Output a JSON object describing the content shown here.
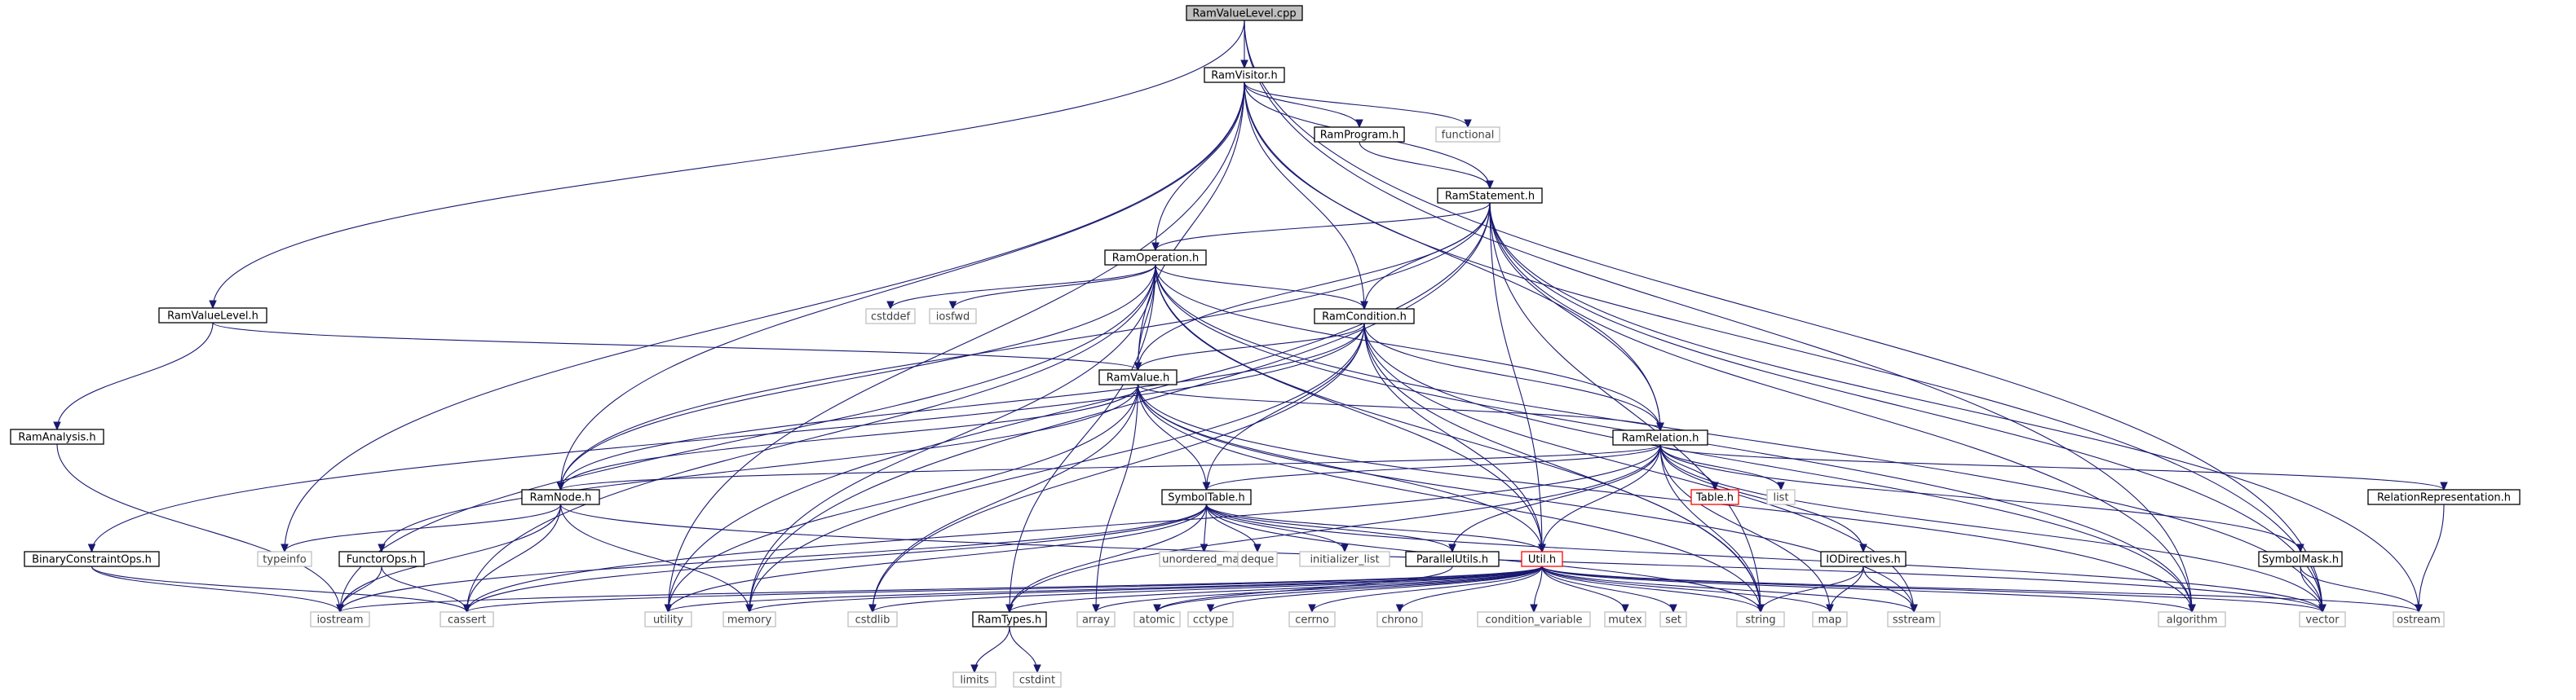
{
  "graph": {
    "colors": {
      "edge": "#191970",
      "border_normal": "#000000",
      "border_external": "#bfbfbf",
      "border_incomplete": "#ff0000",
      "root_fill": "#bfbfbf",
      "text_normal": "#000000",
      "text_external": "#404040"
    },
    "nodes": [
      {
        "id": "RamValueLevel_cpp",
        "label": "RamValueLevel.cpp",
        "style": "root"
      },
      {
        "id": "RamVisitor_h",
        "label": "RamVisitor.h",
        "style": "normal"
      },
      {
        "id": "RamValueLevel_h",
        "label": "RamValueLevel.h",
        "style": "normal"
      },
      {
        "id": "RamProgram_h",
        "label": "RamProgram.h",
        "style": "normal"
      },
      {
        "id": "functional",
        "label": "functional",
        "style": "external"
      },
      {
        "id": "RamStatement_h",
        "label": "RamStatement.h",
        "style": "normal"
      },
      {
        "id": "RamOperation_h",
        "label": "RamOperation.h",
        "style": "normal"
      },
      {
        "id": "cstddef",
        "label": "cstddef",
        "style": "external"
      },
      {
        "id": "iosfwd",
        "label": "iosfwd",
        "style": "external"
      },
      {
        "id": "RamCondition_h",
        "label": "RamCondition.h",
        "style": "normal"
      },
      {
        "id": "RamValue_h",
        "label": "RamValue.h",
        "style": "normal"
      },
      {
        "id": "RamAnalysis_h",
        "label": "RamAnalysis.h",
        "style": "normal"
      },
      {
        "id": "RamRelation_h",
        "label": "RamRelation.h",
        "style": "normal"
      },
      {
        "id": "RamNode_h",
        "label": "RamNode.h",
        "style": "normal"
      },
      {
        "id": "SymbolTable_h",
        "label": "SymbolTable.h",
        "style": "normal"
      },
      {
        "id": "Table_h",
        "label": "Table.h",
        "style": "incomplete"
      },
      {
        "id": "list",
        "label": "list",
        "style": "external"
      },
      {
        "id": "RelationRepresentation_h",
        "label": "RelationRepresentation.h",
        "style": "normal"
      },
      {
        "id": "BinaryConstraintOps_h",
        "label": "BinaryConstraintOps.h",
        "style": "normal"
      },
      {
        "id": "typeinfo",
        "label": "typeinfo",
        "style": "external"
      },
      {
        "id": "FunctorOps_h",
        "label": "FunctorOps.h",
        "style": "normal"
      },
      {
        "id": "unordered_map",
        "label": "unordered_map",
        "style": "external"
      },
      {
        "id": "deque",
        "label": "deque",
        "style": "external"
      },
      {
        "id": "initializer_list",
        "label": "initializer_list",
        "style": "external"
      },
      {
        "id": "ParallelUtils_h",
        "label": "ParallelUtils.h",
        "style": "normal"
      },
      {
        "id": "Util_h",
        "label": "Util.h",
        "style": "incomplete"
      },
      {
        "id": "IODirectives_h",
        "label": "IODirectives.h",
        "style": "normal"
      },
      {
        "id": "SymbolMask_h",
        "label": "SymbolMask.h",
        "style": "normal"
      },
      {
        "id": "iostream",
        "label": "iostream",
        "style": "external"
      },
      {
        "id": "cassert",
        "label": "cassert",
        "style": "external"
      },
      {
        "id": "utility",
        "label": "utility",
        "style": "external"
      },
      {
        "id": "memory",
        "label": "memory",
        "style": "external"
      },
      {
        "id": "cstdlib",
        "label": "cstdlib",
        "style": "external"
      },
      {
        "id": "RamTypes_h",
        "label": "RamTypes.h",
        "style": "normal"
      },
      {
        "id": "array",
        "label": "array",
        "style": "external"
      },
      {
        "id": "atomic",
        "label": "atomic",
        "style": "external"
      },
      {
        "id": "cctype",
        "label": "cctype",
        "style": "external"
      },
      {
        "id": "cerrno",
        "label": "cerrno",
        "style": "external"
      },
      {
        "id": "chrono",
        "label": "chrono",
        "style": "external"
      },
      {
        "id": "condition_variable",
        "label": "condition_variable",
        "style": "external"
      },
      {
        "id": "mutex",
        "label": "mutex",
        "style": "external"
      },
      {
        "id": "set",
        "label": "set",
        "style": "external"
      },
      {
        "id": "string",
        "label": "string",
        "style": "external"
      },
      {
        "id": "map",
        "label": "map",
        "style": "external"
      },
      {
        "id": "sstream",
        "label": "sstream",
        "style": "external"
      },
      {
        "id": "algorithm",
        "label": "algorithm",
        "style": "external"
      },
      {
        "id": "vector",
        "label": "vector",
        "style": "external"
      },
      {
        "id": "ostream",
        "label": "ostream",
        "style": "external"
      },
      {
        "id": "limits",
        "label": "limits",
        "style": "external"
      },
      {
        "id": "cstdint",
        "label": "cstdint",
        "style": "external"
      }
    ],
    "edges": [
      [
        "RamValueLevel_cpp",
        "RamVisitor_h"
      ],
      [
        "RamValueLevel_cpp",
        "RamValueLevel_h"
      ],
      [
        "RamValueLevel_cpp",
        "algorithm"
      ],
      [
        "RamValueLevel_cpp",
        "vector"
      ],
      [
        "RamVisitor_h",
        "RamProgram_h"
      ],
      [
        "RamVisitor_h",
        "functional"
      ],
      [
        "RamVisitor_h",
        "RamStatement_h"
      ],
      [
        "RamVisitor_h",
        "RamOperation_h"
      ],
      [
        "RamVisitor_h",
        "RamCondition_h"
      ],
      [
        "RamVisitor_h",
        "RamValue_h"
      ],
      [
        "RamVisitor_h",
        "RamRelation_h"
      ],
      [
        "RamVisitor_h",
        "RamNode_h"
      ],
      [
        "RamVisitor_h",
        "typeinfo"
      ],
      [
        "RamVisitor_h",
        "utility"
      ],
      [
        "RamVisitor_h",
        "vector"
      ],
      [
        "RamProgram_h",
        "RamStatement_h"
      ],
      [
        "RamStatement_h",
        "RamOperation_h"
      ],
      [
        "RamStatement_h",
        "RamCondition_h"
      ],
      [
        "RamStatement_h",
        "RamValue_h"
      ],
      [
        "RamStatement_h",
        "RamRelation_h"
      ],
      [
        "RamStatement_h",
        "RamNode_h"
      ],
      [
        "RamStatement_h",
        "Util_h"
      ],
      [
        "RamStatement_h",
        "memory"
      ],
      [
        "RamStatement_h",
        "string"
      ],
      [
        "RamStatement_h",
        "algorithm"
      ],
      [
        "RamStatement_h",
        "vector"
      ],
      [
        "RamStatement_h",
        "ostream"
      ],
      [
        "RamStatement_h",
        "utility"
      ],
      [
        "RamOperation_h",
        "cstddef"
      ],
      [
        "RamOperation_h",
        "iosfwd"
      ],
      [
        "RamOperation_h",
        "RamCondition_h"
      ],
      [
        "RamOperation_h",
        "RamValue_h"
      ],
      [
        "RamOperation_h",
        "RamRelation_h"
      ],
      [
        "RamOperation_h",
        "RamNode_h"
      ],
      [
        "RamOperation_h",
        "RamTypes_h"
      ],
      [
        "RamOperation_h",
        "Util_h"
      ],
      [
        "RamOperation_h",
        "memory"
      ],
      [
        "RamOperation_h",
        "string"
      ],
      [
        "RamOperation_h",
        "cassert"
      ],
      [
        "RamOperation_h",
        "iostream"
      ],
      [
        "RamOperation_h",
        "vector"
      ],
      [
        "RamOperation_h",
        "algorithm"
      ],
      [
        "RamCondition_h",
        "RamValue_h"
      ],
      [
        "RamCondition_h",
        "RamRelation_h"
      ],
      [
        "RamCondition_h",
        "RamNode_h"
      ],
      [
        "RamCondition_h",
        "SymbolTable_h"
      ],
      [
        "RamCondition_h",
        "BinaryConstraintOps_h"
      ],
      [
        "RamCondition_h",
        "Util_h"
      ],
      [
        "RamCondition_h",
        "cstdlib"
      ],
      [
        "RamCondition_h",
        "memory"
      ],
      [
        "RamCondition_h",
        "string"
      ],
      [
        "RamCondition_h",
        "sstream"
      ],
      [
        "RamCondition_h",
        "algorithm"
      ],
      [
        "RamValue_h",
        "RamRelation_h"
      ],
      [
        "RamValue_h",
        "RamNode_h"
      ],
      [
        "RamValue_h",
        "SymbolTable_h"
      ],
      [
        "RamValue_h",
        "FunctorOps_h"
      ],
      [
        "RamValue_h",
        "Util_h"
      ],
      [
        "RamValue_h",
        "array"
      ],
      [
        "RamValue_h",
        "cstdlib"
      ],
      [
        "RamValue_h",
        "utility"
      ],
      [
        "RamValue_h",
        "string"
      ],
      [
        "RamValue_h",
        "sstream"
      ],
      [
        "RamValue_h",
        "algorithm"
      ],
      [
        "RamValueLevel_h",
        "RamValue_h"
      ],
      [
        "RamValueLevel_h",
        "RamAnalysis_h"
      ],
      [
        "RamAnalysis_h",
        "iostream"
      ],
      [
        "RamRelation_h",
        "RamNode_h"
      ],
      [
        "RamRelation_h",
        "SymbolTable_h"
      ],
      [
        "RamRelation_h",
        "Table_h"
      ],
      [
        "RamRelation_h",
        "list"
      ],
      [
        "RamRelation_h",
        "RelationRepresentation_h"
      ],
      [
        "RamRelation_h",
        "ParallelUtils_h"
      ],
      [
        "RamRelation_h",
        "Util_h"
      ],
      [
        "RamRelation_h",
        "IODirectives_h"
      ],
      [
        "RamRelation_h",
        "SymbolMask_h"
      ],
      [
        "RamRelation_h",
        "RamTypes_h"
      ],
      [
        "RamRelation_h",
        "string"
      ],
      [
        "RamRelation_h",
        "map"
      ],
      [
        "RamRelation_h",
        "vector"
      ],
      [
        "RamRelation_h",
        "cassert"
      ],
      [
        "RamNode_h",
        "typeinfo"
      ],
      [
        "RamNode_h",
        "iostream"
      ],
      [
        "RamNode_h",
        "cassert"
      ],
      [
        "RamNode_h",
        "memory"
      ],
      [
        "RamNode_h",
        "vector"
      ],
      [
        "SymbolTable_h",
        "unordered_map"
      ],
      [
        "SymbolTable_h",
        "deque"
      ],
      [
        "SymbolTable_h",
        "initializer_list"
      ],
      [
        "SymbolTable_h",
        "ParallelUtils_h"
      ],
      [
        "SymbolTable_h",
        "Util_h"
      ],
      [
        "SymbolTable_h",
        "RamTypes_h"
      ],
      [
        "SymbolTable_h",
        "iostream"
      ],
      [
        "SymbolTable_h",
        "cassert"
      ],
      [
        "SymbolTable_h",
        "string"
      ],
      [
        "SymbolTable_h",
        "vector"
      ],
      [
        "SymbolTable_h",
        "utility"
      ],
      [
        "RelationRepresentation_h",
        "ostream"
      ],
      [
        "BinaryConstraintOps_h",
        "iostream"
      ],
      [
        "BinaryConstraintOps_h",
        "cassert"
      ],
      [
        "FunctorOps_h",
        "iostream"
      ],
      [
        "FunctorOps_h",
        "cassert"
      ],
      [
        "ParallelUtils_h",
        "atomic"
      ],
      [
        "Util_h",
        "iostream"
      ],
      [
        "Util_h",
        "cassert"
      ],
      [
        "Util_h",
        "utility"
      ],
      [
        "Util_h",
        "memory"
      ],
      [
        "Util_h",
        "cstdlib"
      ],
      [
        "Util_h",
        "RamTypes_h"
      ],
      [
        "Util_h",
        "array"
      ],
      [
        "Util_h",
        "atomic"
      ],
      [
        "Util_h",
        "cctype"
      ],
      [
        "Util_h",
        "cerrno"
      ],
      [
        "Util_h",
        "chrono"
      ],
      [
        "Util_h",
        "condition_variable"
      ],
      [
        "Util_h",
        "mutex"
      ],
      [
        "Util_h",
        "set"
      ],
      [
        "Util_h",
        "string"
      ],
      [
        "Util_h",
        "map"
      ],
      [
        "Util_h",
        "sstream"
      ],
      [
        "Util_h",
        "algorithm"
      ],
      [
        "Util_h",
        "vector"
      ],
      [
        "Util_h",
        "ostream"
      ],
      [
        "IODirectives_h",
        "map"
      ],
      [
        "IODirectives_h",
        "string"
      ],
      [
        "IODirectives_h",
        "sstream"
      ],
      [
        "SymbolMask_h",
        "vector"
      ],
      [
        "SymbolMask_h",
        "ostream"
      ],
      [
        "RamTypes_h",
        "limits"
      ],
      [
        "RamTypes_h",
        "cstdint"
      ]
    ]
  }
}
